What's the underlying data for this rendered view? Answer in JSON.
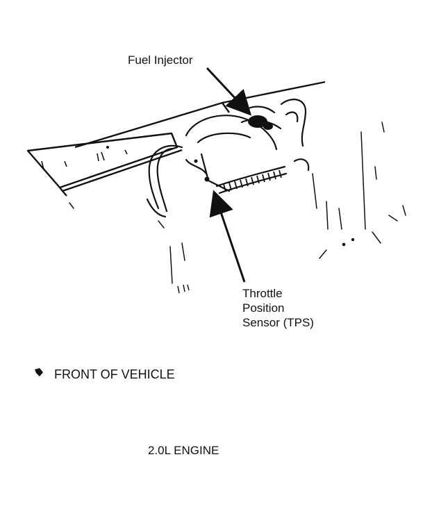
{
  "labels": {
    "fuel_injector": "Fuel Injector",
    "tps_line1": "Throttle",
    "tps_line2": "Position",
    "tps_line3": "Sensor (TPS)",
    "front_of_vehicle": "FRONT OF VEHICLE",
    "caption": "2.0L ENGINE"
  },
  "icons": {
    "front_direction": "front-arrow-icon"
  },
  "colors": {
    "ink": "#111111",
    "background": "#ffffff"
  }
}
